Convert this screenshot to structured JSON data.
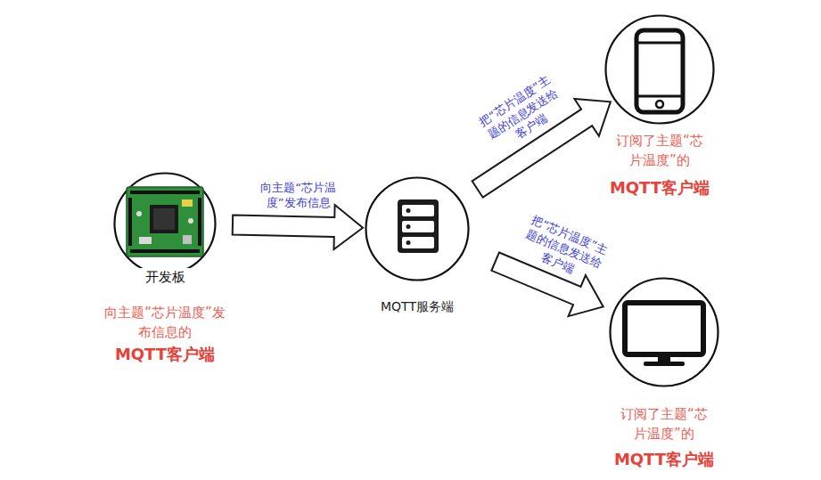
{
  "diagram": {
    "nodes": [
      {
        "text": [
          "开发板",
          "向主题“芯片温度”发布信息的",
          "MQTT客户端"
        ]
      },
      {
        "text": [
          "MQTT服务端"
        ]
      },
      {
        "text": [
          "订阅了主题“芯片温度”的",
          "MQTT客户端"
        ]
      },
      {
        "text": [
          "订阅了主题“芯片温度”的",
          "MQTT客户端"
        ]
      }
    ],
    "edges": [
      {
        "from": 0,
        "to": 1,
        "arrow": "to",
        "label": "向主题“芯片温度”发布信息"
      },
      {
        "from": 1,
        "to": 2,
        "arrow": "to",
        "label": "把“芯片温度”主题的信息发送给客户端"
      },
      {
        "from": 1,
        "to": 3,
        "arrow": "to",
        "label": "把“芯片温度”主题的信息发送给客户端"
      }
    ]
  }
}
